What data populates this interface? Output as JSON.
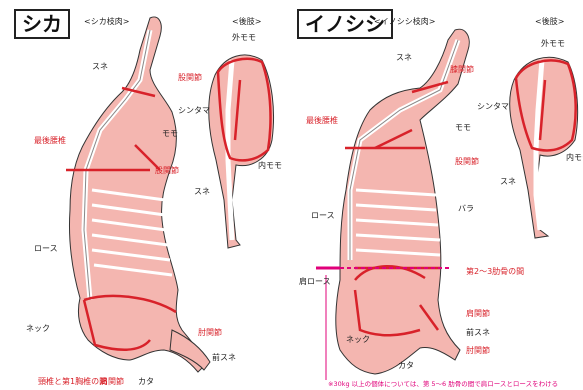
{
  "deer": {
    "title": "シカ",
    "subtitle": "<シカ枝肉>",
    "hind_title": "<後肢>",
    "labels": {
      "sune": "スネ",
      "shoulder_joint": "股関節",
      "lumbar": "最後腰椎",
      "momo": "モモ",
      "hip": "股関節",
      "loin": "ロース",
      "neck": "ネック",
      "kata": "カタ",
      "elbow": "肘関節",
      "front_sune": "前スネ",
      "neck_rib": "頸椎と第1胸椎の間",
      "shoulder_blade": "肩関節",
      "hind_soto": "外モモ",
      "hind_shintama": "シンタマ",
      "hind_uchi": "内モモ",
      "hind_sune": "スネ"
    }
  },
  "boar": {
    "title": "イノシシ",
    "subtitle": "<イノシシ枝肉>",
    "hind_title": "<後肢>",
    "labels": {
      "sune": "スネ",
      "hip_joint": "膝関節",
      "lumbar": "最後腰椎",
      "momo": "モモ",
      "hip": "股関節",
      "loin": "ロース",
      "bara": "バラ",
      "shoulder_loin": "肩ロース",
      "rib_note": "第2～3肋骨の間",
      "shoulder_joint": "肩関節",
      "front_sune": "前スネ",
      "elbow": "肘関節",
      "neck": "ネック",
      "kata": "カタ",
      "hind_soto": "外モモ",
      "hind_shintama": "シンタマ",
      "hind_uchi": "内モモ",
      "hind_sune": "スネ",
      "footnote": "※30kg 以上の個体については、第 5～6 肋骨の間で肩ロースとロースをわける"
    }
  }
}
